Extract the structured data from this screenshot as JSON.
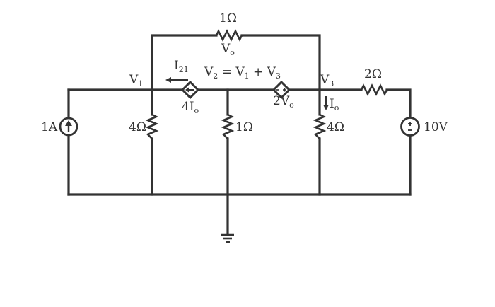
{
  "components": {
    "r_top": {
      "value": "1Ω"
    },
    "r_left": {
      "value": "4Ω"
    },
    "r_mid": {
      "value": "1Ω"
    },
    "r_right": {
      "value": "4Ω"
    },
    "r_series": {
      "value": "2Ω"
    },
    "current_source": {
      "value": "1A"
    },
    "voltage_source": {
      "value": "10V"
    },
    "dep_source_left": {
      "value": "4I",
      "subscript": "o"
    },
    "dep_source_right": {
      "value": "2V",
      "subscript": "o"
    }
  },
  "labels": {
    "vo": {
      "text": "V",
      "sub": "o"
    },
    "v1": {
      "text": "V",
      "sub": "1"
    },
    "v3": {
      "text": "V",
      "sub": "3"
    },
    "i21": {
      "text": "I",
      "sub": "21"
    },
    "io": {
      "text": "I",
      "sub": "o"
    },
    "constraint": {
      "p1": "V",
      "s1": "2",
      "p2": " = V",
      "s2": "1",
      "p3": " + V",
      "s3": "3"
    }
  }
}
